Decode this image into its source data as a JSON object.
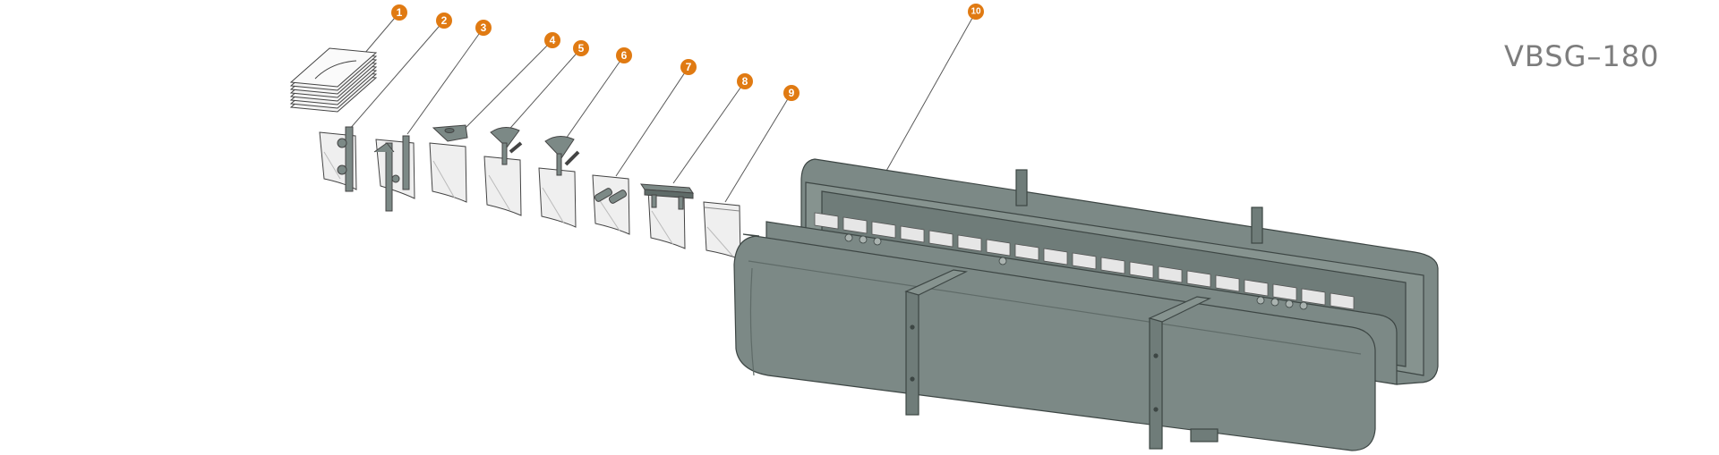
{
  "title": "VBSG–180",
  "colors": {
    "badge": "#e07a12",
    "machine_body": "#7c8986",
    "machine_dark": "#5f6b68",
    "outline": "#3d4644",
    "bag_fill": "#ededed"
  },
  "callouts": [
    {
      "num": "1",
      "part": "stack-of-empty-bags"
    },
    {
      "num": "2",
      "part": "bag-gripper"
    },
    {
      "num": "3",
      "part": "bag-opener"
    },
    {
      "num": "4",
      "part": "filling-funnel"
    },
    {
      "num": "5",
      "part": "filling-funnel"
    },
    {
      "num": "6",
      "part": "filling-funnel"
    },
    {
      "num": "7",
      "part": "bag-clamps"
    },
    {
      "num": "8",
      "part": "heat-sealer"
    },
    {
      "num": "9",
      "part": "sealed-bag"
    },
    {
      "num": "10",
      "part": "packaging-machine"
    }
  ]
}
